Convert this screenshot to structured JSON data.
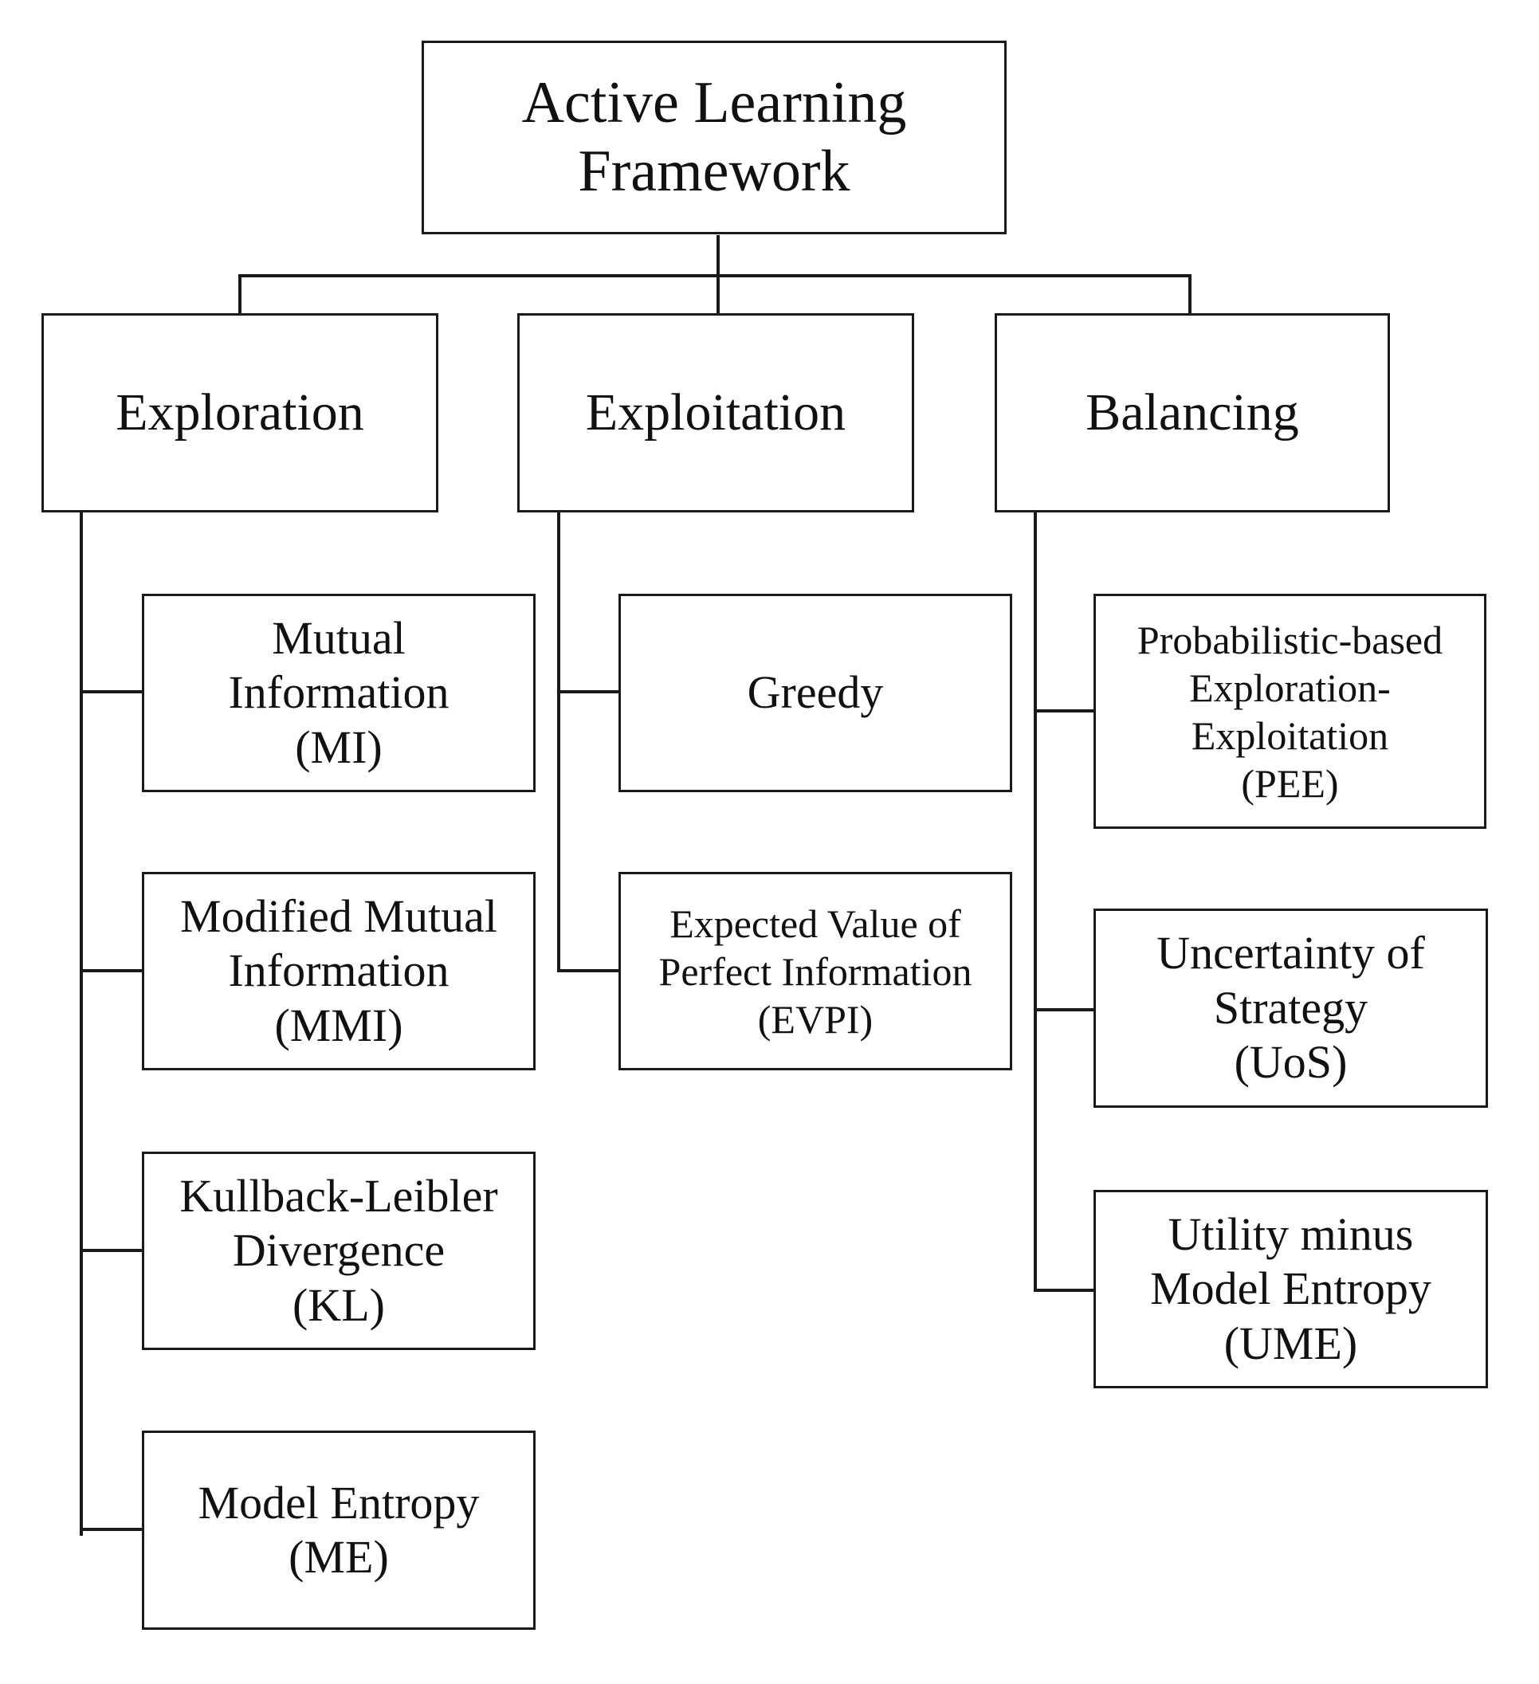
{
  "root": {
    "label": "Active Learning\nFramework"
  },
  "categories": [
    {
      "label": "Exploration",
      "methods": [
        {
          "label": "Mutual\nInformation\n(MI)"
        },
        {
          "label": "Modified Mutual\nInformation\n(MMI)"
        },
        {
          "label": "Kullback-Leibler\nDivergence\n(KL)"
        },
        {
          "label": "Model Entropy\n(ME)"
        }
      ]
    },
    {
      "label": "Exploitation",
      "methods": [
        {
          "label": "Greedy"
        },
        {
          "label": "Expected Value of\nPerfect Information\n(EVPI)"
        }
      ]
    },
    {
      "label": "Balancing",
      "methods": [
        {
          "label": "Probabilistic-based\nExploration-\nExploitation\n(PEE)"
        },
        {
          "label": "Uncertainty of\nStrategy\n(UoS)"
        },
        {
          "label": "Utility minus\nModel Entropy\n(UME)"
        }
      ]
    }
  ]
}
